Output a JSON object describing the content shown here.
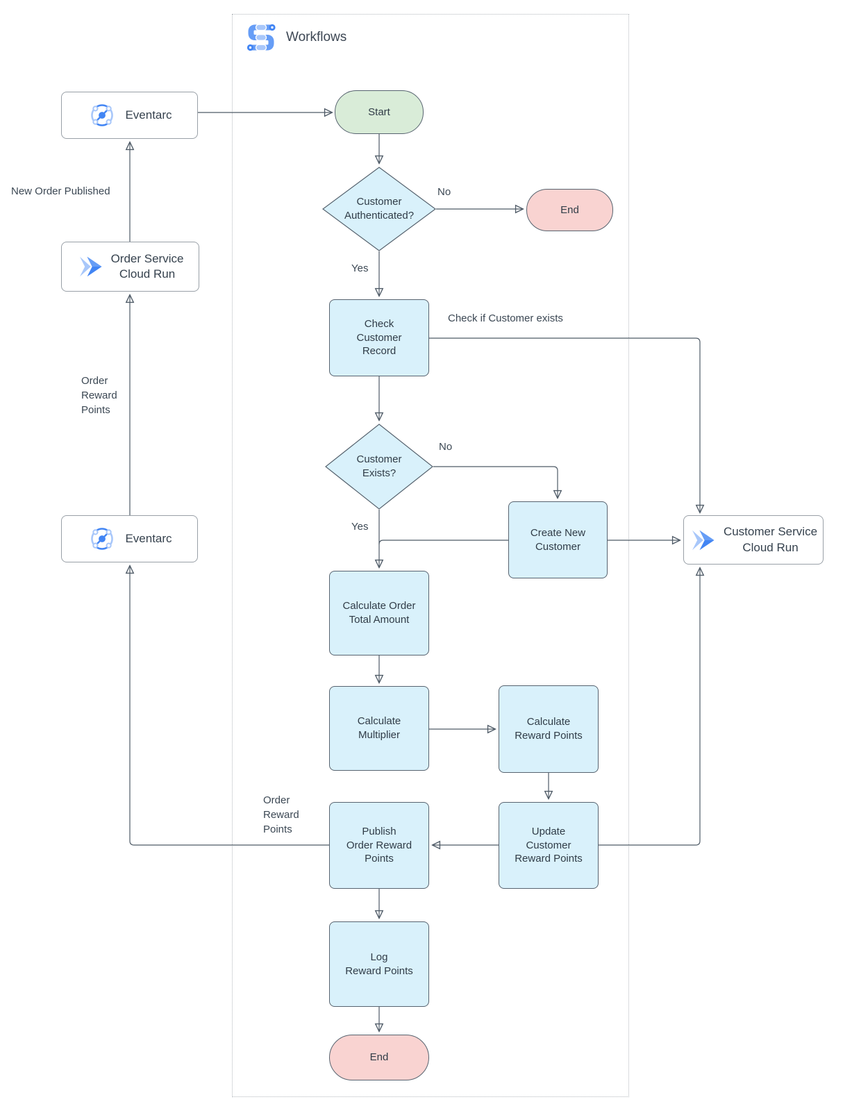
{
  "header": {
    "title": "Workflows"
  },
  "external": {
    "eventarc_top": {
      "label": "Eventarc",
      "icon": "eventarc-icon"
    },
    "order_service": {
      "label": "Order Service\nCloud Run",
      "icon": "cloud-run-icon"
    },
    "eventarc_bottom": {
      "label": "Eventarc",
      "icon": "eventarc-icon"
    },
    "customer_service": {
      "label": "Customer Service\nCloud Run",
      "icon": "cloud-run-icon"
    }
  },
  "nodes": {
    "start": {
      "label": "Start",
      "type": "terminator"
    },
    "customer_authenticated": {
      "label": "Customer\nAuthenticated?",
      "type": "decision"
    },
    "end_top": {
      "label": "End",
      "type": "terminator"
    },
    "check_customer_record": {
      "label": "Check\nCustomer\nRecord",
      "type": "process"
    },
    "customer_exists": {
      "label": "Customer\nExists?",
      "type": "decision"
    },
    "create_new_customer": {
      "label": "Create New\nCustomer",
      "type": "process"
    },
    "calculate_order_total": {
      "label": "Calculate Order\nTotal Amount",
      "type": "process"
    },
    "calculate_multiplier": {
      "label": "Calculate\nMultiplier",
      "type": "process"
    },
    "calculate_reward_points": {
      "label": "Calculate\nReward Points",
      "type": "process"
    },
    "update_customer_reward_points": {
      "label": "Update\nCustomer\nReward Points",
      "type": "process"
    },
    "publish_order_reward_points": {
      "label": "Publish\nOrder Reward\nPoints",
      "type": "process"
    },
    "log_reward_points": {
      "label": "Log\nReward Points",
      "type": "process"
    },
    "end_bottom": {
      "label": "End",
      "type": "terminator"
    }
  },
  "edge_labels": {
    "new_order_published": "New Order Published",
    "order_reward_points_left": "Order\nReward\nPoints",
    "no_auth": "No",
    "yes_auth": "Yes",
    "check_if_customer_exists": "Check if Customer exists",
    "no_exists": "No",
    "yes_exists": "Yes",
    "order_reward_points_publish": "Order\nReward\nPoints"
  },
  "colors": {
    "process_fill": "#d9f1fb",
    "start_fill": "#d9ecd8",
    "end_fill": "#f9d3d1",
    "shape_border": "#57636f",
    "line": "#4e5a66",
    "icon_blue": "#4285f4",
    "icon_blue_mid": "#669df6",
    "icon_blue_light": "#a8c7fa"
  }
}
